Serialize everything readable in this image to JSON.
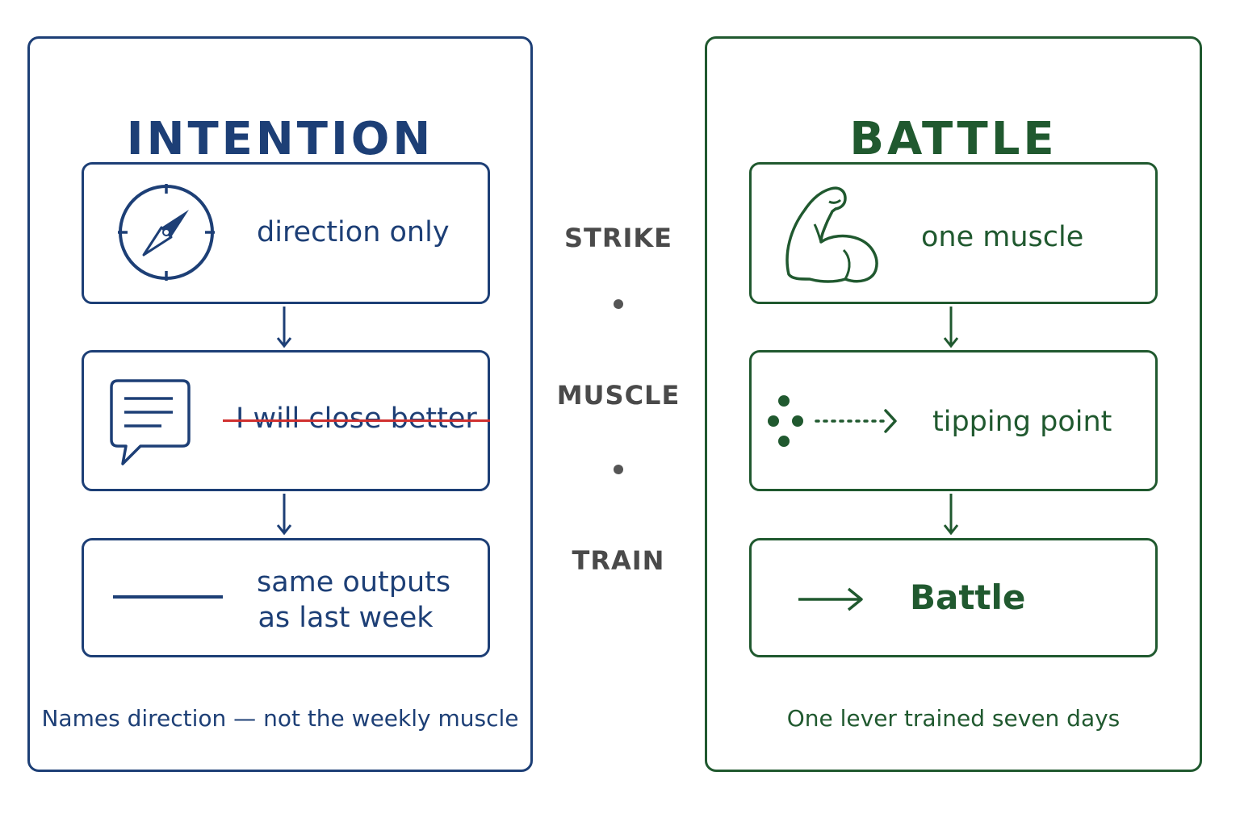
{
  "left_panel": {
    "title": "INTENTION",
    "color": "#1d3f76",
    "boxes": [
      {
        "icon": "compass-icon",
        "text": "direction only"
      },
      {
        "icon": "speech-bubble-icon",
        "text": "I will close better",
        "struck_through": true
      },
      {
        "icon": "flat-line-icon",
        "lines": [
          "same outputs",
          "as last week"
        ]
      }
    ],
    "caption": "Names direction — not the weekly muscle"
  },
  "center": {
    "words": [
      "STRIKE",
      "MUSCLE",
      "TRAIN"
    ]
  },
  "right_panel": {
    "title": "BATTLE",
    "color": "#20592f",
    "boxes": [
      {
        "icon": "flexed-arm-icon",
        "text": "one muscle"
      },
      {
        "icon": "dots-dotted-arrow-icon",
        "text": "tipping point"
      },
      {
        "icon": "right-arrow-icon",
        "text": "Battle"
      }
    ],
    "caption": "One lever trained seven days"
  },
  "colors": {
    "strike": "#d0302f",
    "center_text": "#4a4a4a"
  }
}
